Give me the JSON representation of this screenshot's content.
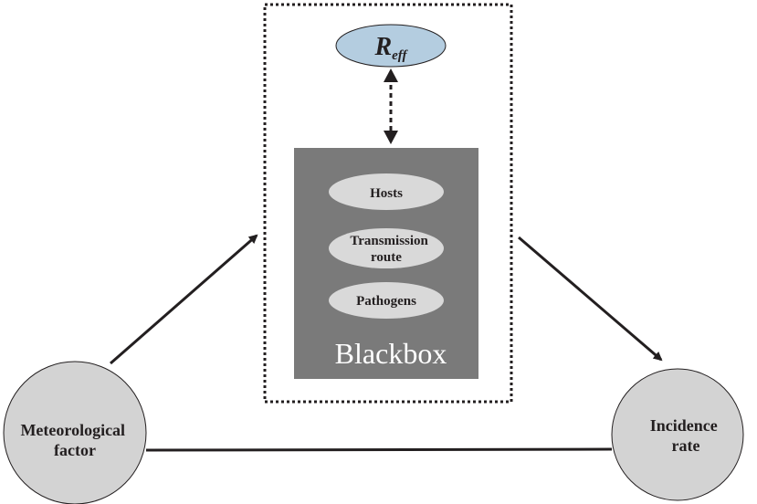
{
  "diagram": {
    "reff": {
      "main": "R",
      "sub": "eff"
    },
    "blackbox": {
      "label": "Blackbox",
      "items": [
        "Hosts",
        "Transmission route",
        "Pathogens"
      ],
      "transmission_lines": [
        "Transmission",
        "route"
      ]
    },
    "meteorological": {
      "line1": "Meteorological",
      "line2": "factor"
    },
    "incidence": {
      "line1": "Incidence",
      "line2": "rate"
    }
  },
  "colors": {
    "reff_fill": "#b4cde0",
    "blackbox_fill": "#7a7a7a",
    "ellipse_fill": "#d9d9d9",
    "circle_fill": "#d3d3d3",
    "stroke": "#231f20",
    "blackbox_text": "#ffffff"
  }
}
